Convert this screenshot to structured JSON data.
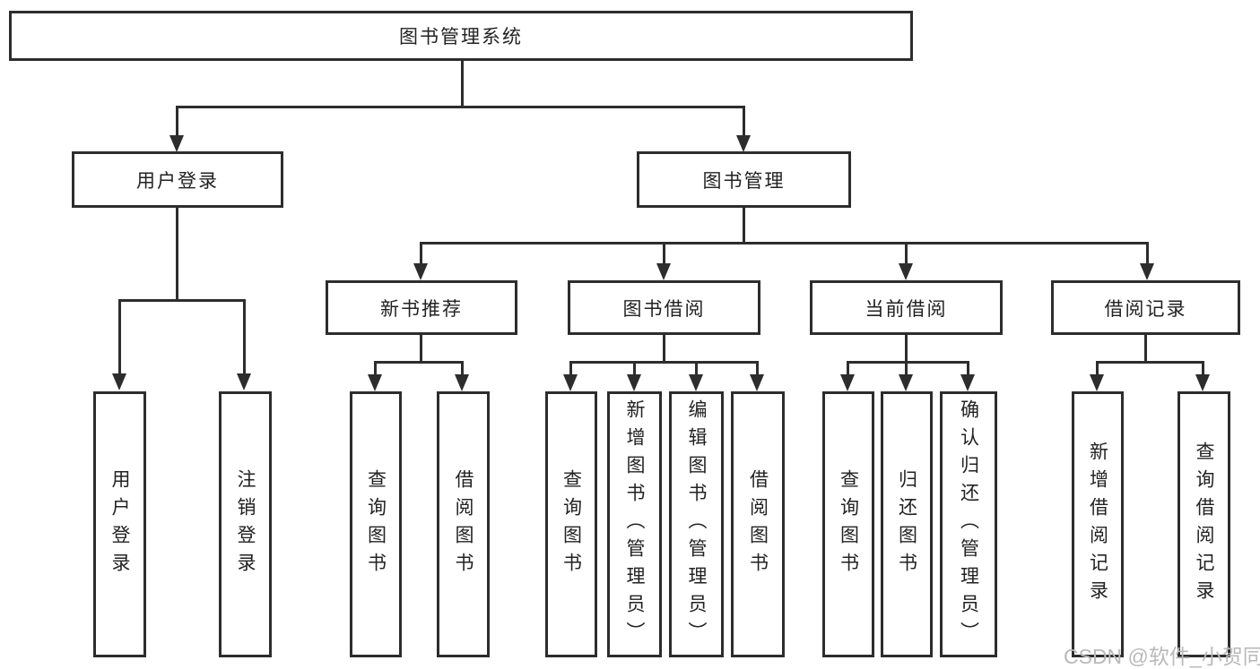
{
  "diagram": {
    "type": "hierarchy-tree",
    "title": "图书管理系统"
  },
  "nodes": {
    "root": {
      "label": "图书管理系统"
    },
    "level2": {
      "user_login": {
        "label": "用户登录"
      },
      "book_management": {
        "label": "图书管理"
      }
    },
    "level3": {
      "new_book_recommend": {
        "label": "新书推荐"
      },
      "book_borrowing": {
        "label": "图书借阅"
      },
      "current_borrowing": {
        "label": "当前借阅"
      },
      "borrowing_records": {
        "label": "借阅记录"
      }
    },
    "leaves": {
      "login_user_login": {
        "label": "用户登录"
      },
      "login_logout": {
        "label": "注销登录"
      },
      "recommend_query_books": {
        "label": "查询图书"
      },
      "recommend_borrow_books": {
        "label": "借阅图书"
      },
      "borrowing_query_books": {
        "label": "查询图书"
      },
      "borrowing_add_books_admin": {
        "label": "新增图书（管理员）"
      },
      "borrowing_edit_books_admin": {
        "label": "编辑图书（管理员）"
      },
      "borrowing_borrow_books": {
        "label": "借阅图书"
      },
      "current_query_books": {
        "label": "查询图书"
      },
      "current_return_books": {
        "label": "归还图书"
      },
      "current_confirm_return_admin": {
        "label": "确认归还（管理员）"
      },
      "records_add_record": {
        "label": "新增借阅记录"
      },
      "records_query_record": {
        "label": "查询借阅记录"
      }
    }
  },
  "hierarchy": {
    "图书管理系统": [
      "用户登录",
      "图书管理"
    ],
    "用户登录": [
      "用户登录",
      "注销登录"
    ],
    "图书管理": [
      "新书推荐",
      "图书借阅",
      "当前借阅",
      "借阅记录"
    ],
    "新书推荐": [
      "查询图书",
      "借阅图书"
    ],
    "图书借阅": [
      "查询图书",
      "新增图书（管理员）",
      "编辑图书（管理员）",
      "借阅图书"
    ],
    "当前借阅": [
      "查询图书",
      "归还图书",
      "确认归还（管理员）"
    ],
    "借阅记录": [
      "新增借阅记录",
      "查询借阅记录"
    ]
  },
  "watermark": {
    "text": "CSDN @软件_小贺同学",
    "color": "#b9b9b9"
  },
  "colors": {
    "line": "#2d2d2d",
    "box_border": "#2d2d2d",
    "box_fill": "#ffffff",
    "text": "#222222",
    "background": "#ffffff"
  }
}
